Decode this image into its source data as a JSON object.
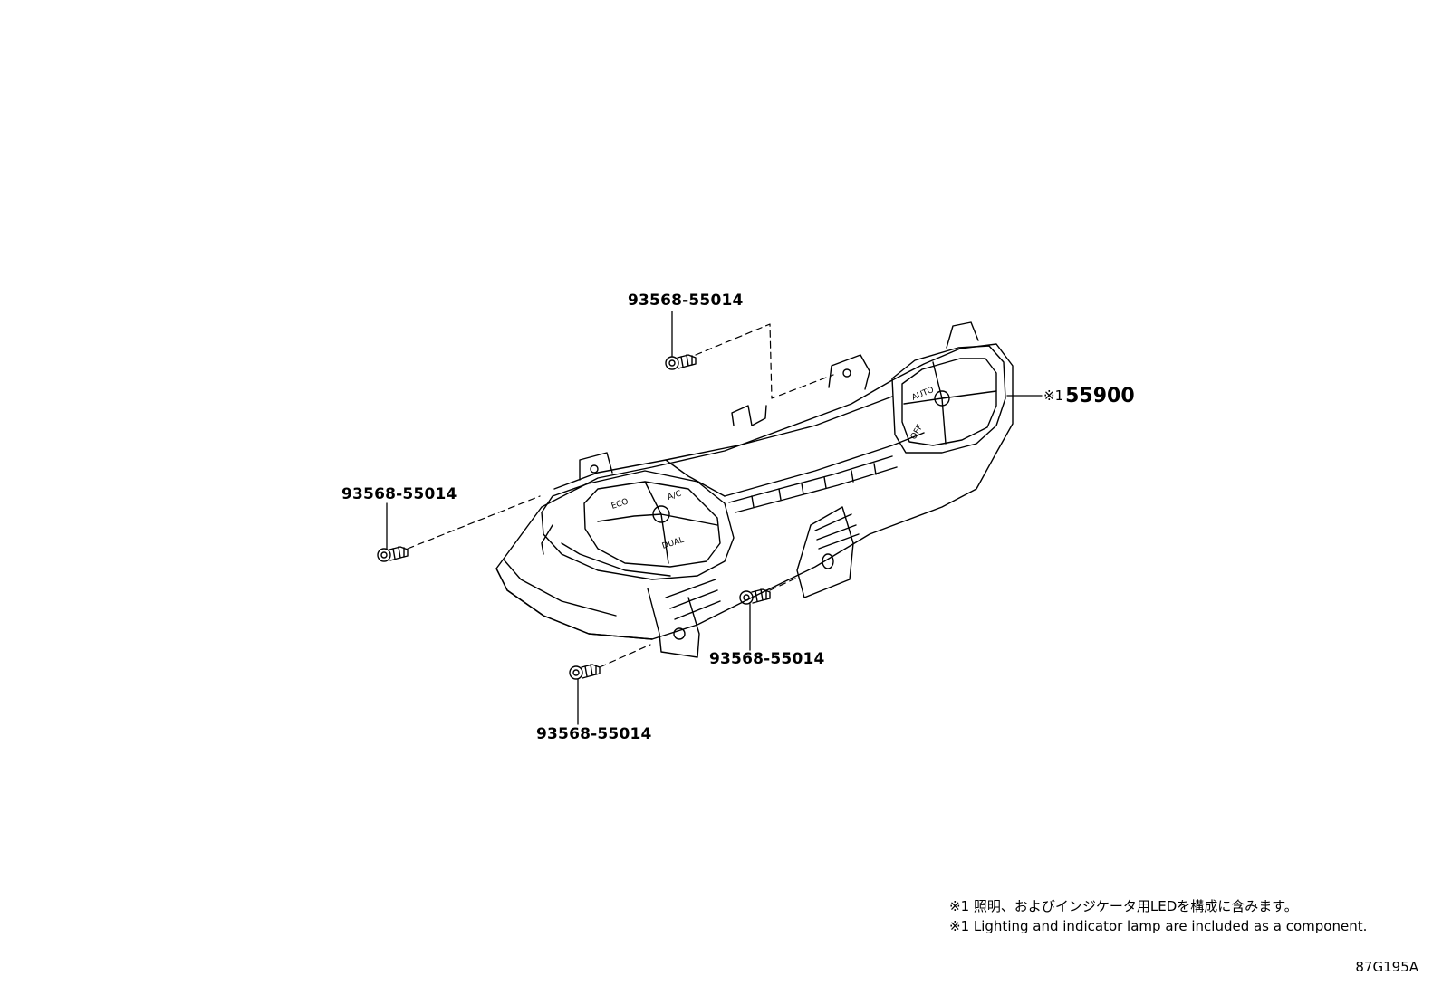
{
  "diagram": {
    "parts": [
      {
        "id": "screw-top",
        "number": "93568-55014"
      },
      {
        "id": "screw-left",
        "number": "93568-55014"
      },
      {
        "id": "screw-lower-right",
        "number": "93568-55014"
      },
      {
        "id": "screw-bottom",
        "number": "93568-55014"
      }
    ],
    "main_part": {
      "mark": "※1",
      "number": "55900"
    },
    "button_labels": {
      "eco": "ECO",
      "ac": "A/C",
      "dual": "DUAL",
      "auto": "AUTO",
      "off": "OFF"
    },
    "notes": [
      "※1 照明、およびインジケータ用LEDを構成に含みます。",
      "※1 Lighting and indicator lamp are included as a component."
    ],
    "illustration_code": "87G195A"
  }
}
